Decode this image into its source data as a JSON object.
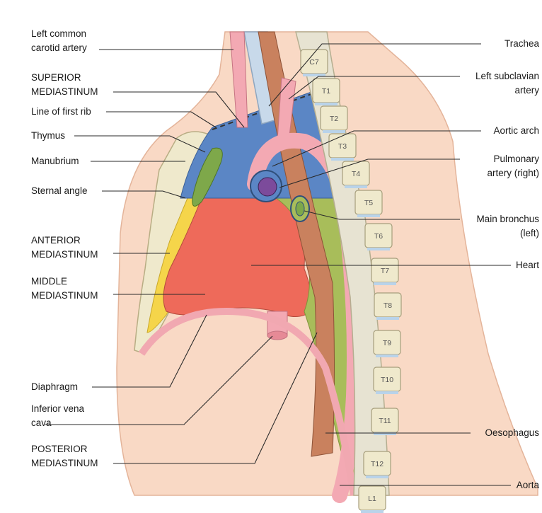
{
  "labels_left": {
    "left_common_carotid": [
      "Left common",
      "carotid artery"
    ],
    "superior_mediastinum": [
      "SUPERIOR",
      "MEDIASTINUM"
    ],
    "line_of_first_rib": "Line of first rib",
    "thymus": "Thymus",
    "manubrium": "Manubrium",
    "sternal_angle": "Sternal angle",
    "anterior_mediastinum": [
      "ANTERIOR",
      "MEDIASTINUM"
    ],
    "middle_mediastinum": [
      "MIDDLE",
      "MEDIASTINUM"
    ],
    "diaphragm": "Diaphragm",
    "inferior_vena_cava": [
      "Inferior vena",
      "cava"
    ],
    "posterior_mediastinum": [
      "POSTERIOR",
      "MEDIASTINUM"
    ]
  },
  "labels_right": {
    "trachea": "Trachea",
    "left_subclavian": [
      "Left subclavian",
      "artery"
    ],
    "aortic_arch": "Aortic arch",
    "pulmonary_artery": [
      "Pulmonary",
      "artery (right)"
    ],
    "main_bronchus": [
      "Main bronchus",
      "(left)"
    ],
    "heart": "Heart",
    "oesophagus": "Oesophagus",
    "aorta": "Aorta"
  },
  "vertebrae": [
    "C7",
    "T1",
    "T2",
    "T3",
    "T4",
    "T5",
    "T6",
    "T7",
    "T8",
    "T9",
    "T10",
    "T11",
    "T12",
    "L1"
  ],
  "colors": {
    "skin": "#f9d9c5",
    "superior_region": "#5b86c5",
    "anterior_region": "#f5d54a",
    "middle_region": "#ee6a5a",
    "posterior_region": "#a8bd5a",
    "thymus": "#7ea84a",
    "bone": "#efe9cc",
    "aorta": "#f3a9b3",
    "oesophagus": "#c9815e",
    "airway": "#c8d9ea"
  }
}
